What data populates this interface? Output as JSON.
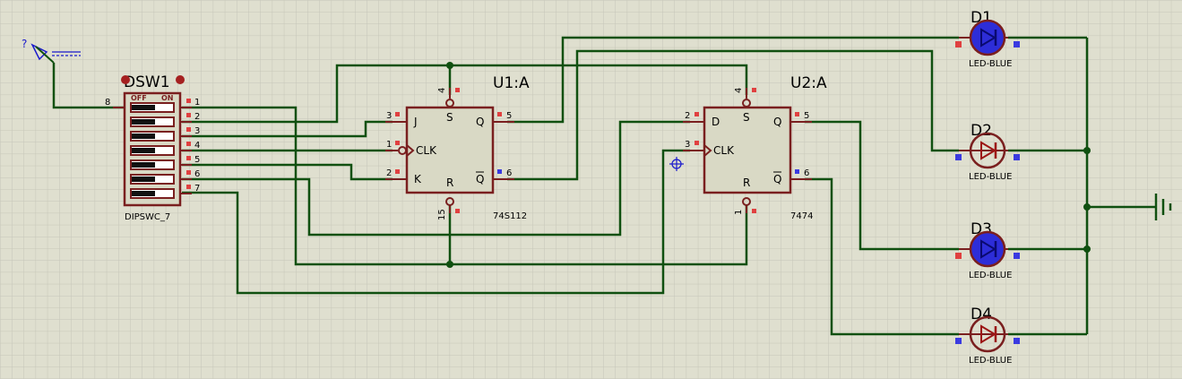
{
  "colors": {
    "background": "#dfdfcf",
    "grid": "#c6c6b8",
    "wire": "#105010",
    "body_outline": "#7a1f1f",
    "body_fill": "#d9d9c5",
    "pin_red": "#e04040",
    "pin_blue": "#3a3ae0",
    "led_on": "#2d2dd8",
    "led_off": "#9c1515"
  },
  "schematic": {
    "dipswitch": {
      "ref": "DSW1",
      "part": "DIPSWC_7",
      "off_label": "OFF",
      "on_label": "ON",
      "common_pin": "8",
      "pins": [
        "1",
        "2",
        "3",
        "4",
        "5",
        "6",
        "7"
      ]
    },
    "u1": {
      "ref": "U1:A",
      "part": "74S112",
      "pin_j": "J",
      "pin_clk": "CLK",
      "pin_k": "K",
      "pin_q": "Q",
      "pin_qn": "Q",
      "pin_s": "S",
      "pin_r": "R",
      "num_j": "3",
      "num_clk": "1",
      "num_k": "2",
      "num_q": "5",
      "num_qn": "6",
      "num_s": "4",
      "num_r": "15"
    },
    "u2": {
      "ref": "U2:A",
      "part": "7474",
      "pin_d": "D",
      "pin_clk": "CLK",
      "pin_q": "Q",
      "pin_qn": "Q",
      "pin_s": "S",
      "pin_r": "R",
      "num_d": "2",
      "num_clk": "3",
      "num_q": "5",
      "num_qn": "6",
      "num_s": "4",
      "num_r": "1"
    },
    "leds": [
      {
        "ref": "D1",
        "part": "LED-BLUE",
        "lit": true
      },
      {
        "ref": "D2",
        "part": "LED-BLUE",
        "lit": false
      },
      {
        "ref": "D3",
        "part": "LED-BLUE",
        "lit": true
      },
      {
        "ref": "D4",
        "part": "LED-BLUE",
        "lit": false
      }
    ],
    "probe_label": "?"
  }
}
